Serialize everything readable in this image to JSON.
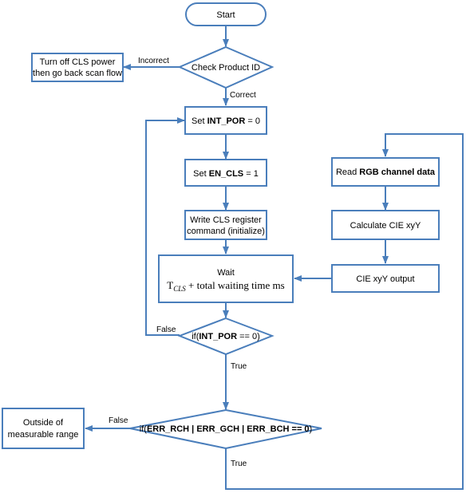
{
  "nodes": {
    "start": "Start",
    "check_product_id": "Check Product ID",
    "turn_off_line1": "Turn off CLS power",
    "turn_off_line2": "then go back scan flow",
    "set_int_por": {
      "prefix": "Set ",
      "bold": "INT_POR",
      "suffix": " = 0"
    },
    "set_en_cls": {
      "prefix": "Set ",
      "bold": "EN_CLS",
      "suffix": " = 1"
    },
    "write_cls_line1": "Write CLS register",
    "write_cls_line2": "command (initialize)",
    "wait_title": "Wait",
    "wait_formula": {
      "t": "T",
      "sub": "CLS",
      "rest": " + total waiting time ms"
    },
    "if_int_por": {
      "prefix": "if(",
      "bold": "INT_POR",
      "suffix": " == 0)"
    },
    "if_err": {
      "prefix": "if(",
      "bold": "ERR_RCH | ERR_GCH | ERR_BCH == 0",
      "suffix": ")"
    },
    "outside_line1": "Outside of",
    "outside_line2": "measurable range",
    "read_rgb": {
      "prefix": "Read ",
      "bold": "RGB channel data",
      "suffix": ""
    },
    "calculate_cie": "Calculate CIE xyY",
    "cie_output": "CIE xyY output"
  },
  "edges": {
    "incorrect": "Incorrect",
    "correct": "Correct",
    "false_int_por": "False",
    "true_int_por": "True",
    "false_err": "False",
    "true_err": "True"
  },
  "colors": {
    "stroke": "#4a7ebb",
    "fill": "#ffffff",
    "text": "#000000"
  }
}
